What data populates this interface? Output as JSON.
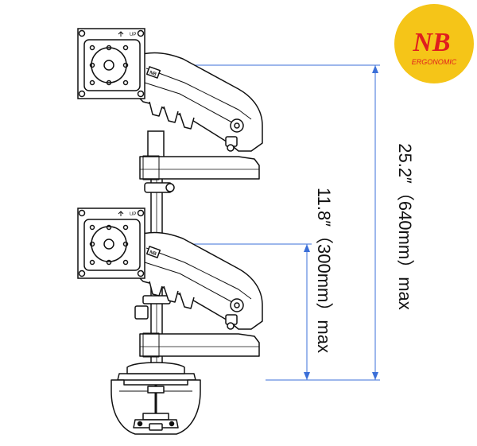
{
  "logo": {
    "text": "NB",
    "subtext": "ERGONOMIC",
    "bg_color": "#F5C518",
    "text_color": "#E01E1E"
  },
  "dimensions": {
    "overall_label": "25.2″（640mm）max",
    "lower_label": "11.8″（300mm）max"
  },
  "plate_marks": {
    "upper": "UP",
    "lower": "UP"
  },
  "colors": {
    "guide_line": "#3B6FD8",
    "drawing": "#111111"
  }
}
